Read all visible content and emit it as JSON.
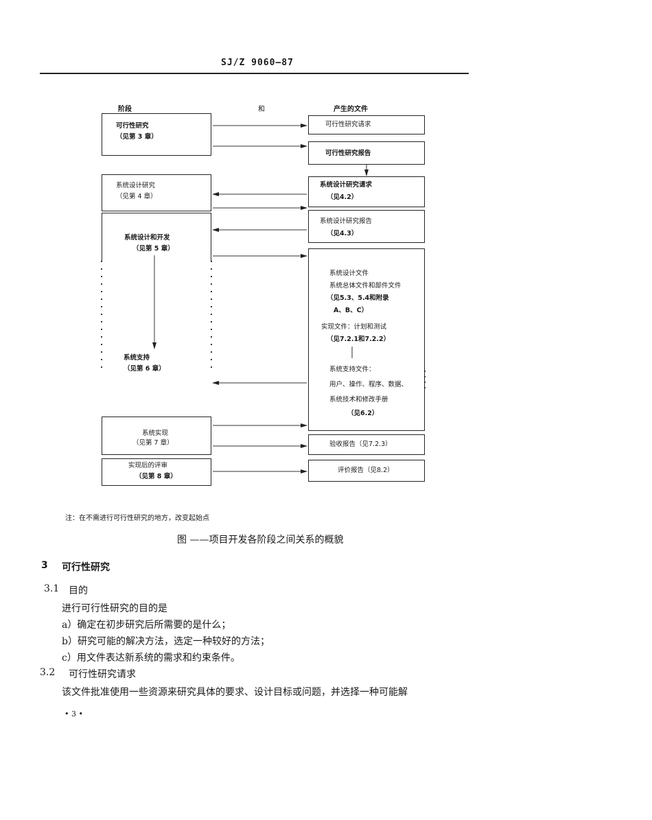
{
  "header": "SJ/Z 9060—87",
  "diagram": {
    "col_left": "阶段",
    "col_mid": "和",
    "col_right": "产生的文件",
    "stages": [
      {
        "line1": "可行性研究",
        "line2": "（见第 3 章）"
      },
      {
        "line1": "系统设计研究",
        "line2": "（见第 4 章）"
      },
      {
        "line1": "系统设计和开发",
        "line2": "（见第 5 章）"
      },
      {
        "line1": "系统支持",
        "line2": "（见第 6 章）"
      },
      {
        "line1": "系统实现",
        "line2": "（见第 7 章）"
      },
      {
        "line1": "实现后的评审",
        "line2": "（见第 8 章）"
      }
    ],
    "docs": [
      {
        "lines": [
          "可行性研究请求"
        ]
      },
      {
        "lines": [
          "可行性研究报告"
        ]
      },
      {
        "lines": [
          "系统设计研究请求",
          "（见4.2）"
        ]
      },
      {
        "lines": [
          "系统设计研究报告",
          "（见4.3）"
        ]
      },
      {
        "lines": [
          "系统设计文件",
          "系统总体文件和部件文件",
          "（见5.3、5.4和附录",
          "A、B、C）",
          "实现文件：计划和测试",
          "（见7.2.1和7.2.2）",
          "",
          "系统支持文件：",
          "用户、操作、程序、数据、",
          "系统技术和修改手册",
          "（见6.2）"
        ]
      },
      {
        "lines": [
          "验收报告（见7.2.3）"
        ]
      },
      {
        "lines": [
          "评价报告（见8.2）"
        ]
      }
    ]
  },
  "note": "注：在不需进行可行性研究的地方，改变起始点",
  "caption": "图 ——项目开发各阶段之间关系的概貌",
  "section": {
    "num": "3",
    "title": "可行性研究"
  },
  "sub1": {
    "num": "3.1",
    "title": "目的"
  },
  "sub1_body": [
    "进行可行性研究的目的是",
    "a）确定在初步研究后所需要的是什么；",
    "b）研究可能的解决方法，选定一种较好的方法；",
    "c）用文件表达新系统的需求和约束条件。"
  ],
  "sub2": {
    "num": "3.2",
    "title": "可行性研究请求"
  },
  "sub2_body": "该文件批准使用一些资源来研究具体的要求、设计目标或问题，并选择一种可能解",
  "page_number": "• 3 •"
}
